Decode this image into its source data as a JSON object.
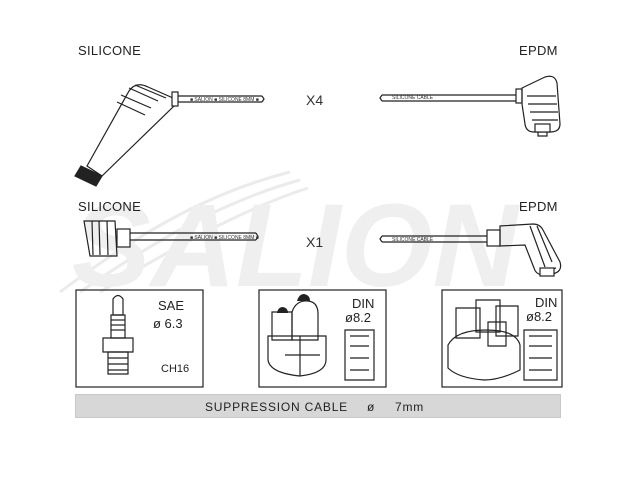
{
  "header": {
    "top_left_material": "SILICONE",
    "top_right_material": "EPDM",
    "mid_left_material": "SILICONE",
    "mid_right_material": "EPDM",
    "top_quantity": "X4",
    "mid_quantity": "X1"
  },
  "cable_print": {
    "left_text": "■ SALION ■ SILICONE 8MM ■",
    "right_text": "SILICONE CABLE"
  },
  "watermark": {
    "brand": "SALION"
  },
  "boxes": [
    {
      "type_label": "SAE",
      "size_label": "ø 6.3",
      "extra_label": "CH16"
    },
    {
      "type_label": "DIN",
      "size_label": "ø8.2"
    },
    {
      "type_label": "DIN",
      "size_label": "ø8.2"
    }
  ],
  "footer": {
    "text": "SUPPRESSION CABLE",
    "diameter_symbol": "ø",
    "diameter": "7mm"
  },
  "colors": {
    "line": "#222222",
    "bar": "#d7d7d7",
    "watermark": "#e9e9e9"
  }
}
